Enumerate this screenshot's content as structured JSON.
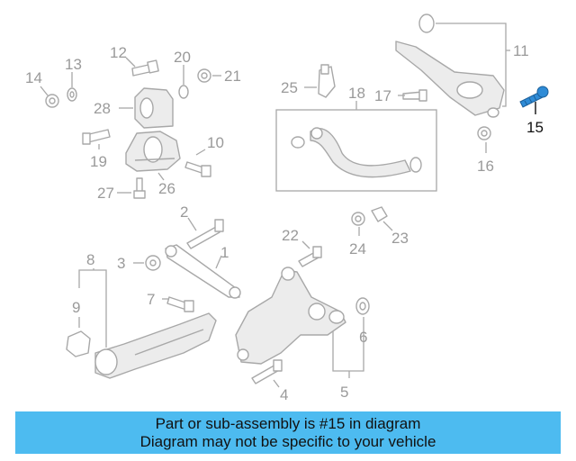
{
  "diagram": {
    "callouts": {
      "n1": "1",
      "n2": "2",
      "n3": "3",
      "n4": "4",
      "n5": "5",
      "n6": "6",
      "n7": "7",
      "n8": "8",
      "n9": "9",
      "n10": "10",
      "n11": "11",
      "n12": "12",
      "n13": "13",
      "n14": "14",
      "n15": "15",
      "n16": "16",
      "n17": "17",
      "n18": "18",
      "n19": "19",
      "n20": "20",
      "n21": "21",
      "n22": "22",
      "n23": "23",
      "n24": "24",
      "n25": "25",
      "n26": "26",
      "n27": "27",
      "n28": "28"
    },
    "highlighted_part": "15",
    "highlight_color": "#2e8bd6"
  },
  "banner": {
    "line1": "Part or sub-assembly is #15 in diagram",
    "line2": "Diagram may not be specific to your vehicle",
    "background": "#4dbbf0"
  }
}
